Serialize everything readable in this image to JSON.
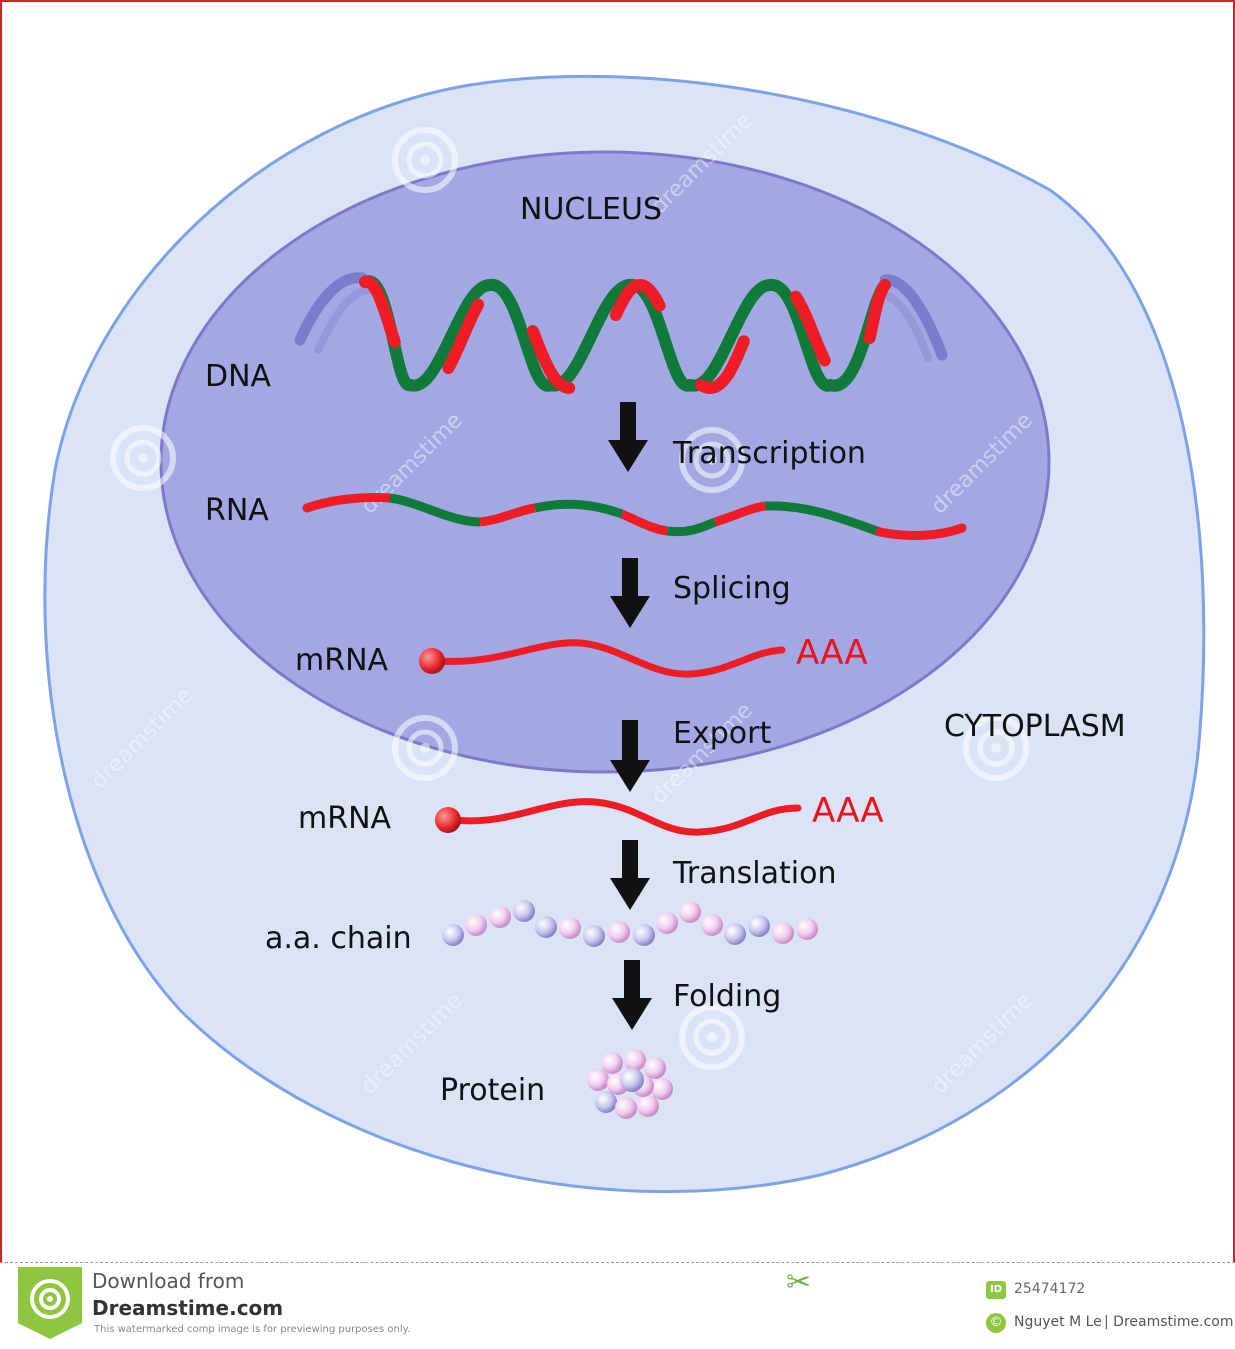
{
  "labels": {
    "nucleus": "NUCLEUS",
    "cytoplasm": "CYTOPLASM",
    "dna": "DNA",
    "rna": "RNA",
    "mrna_nucleus": "mRNA",
    "mrna_cytoplasm": "mRNA",
    "aa_chain": "a.a. chain",
    "protein": "Protein",
    "polya_1": "AAA",
    "polya_2": "AAA"
  },
  "steps": {
    "transcription": "Transcription",
    "splicing": "Splicing",
    "export": "Export",
    "translation": "Translation",
    "folding": "Folding"
  },
  "watermark": "dreamstime",
  "footer": {
    "download_from": "Download from",
    "site_name": "Dreamstime.com",
    "disclaimer": "This watermarked comp image is for previewing purposes only.",
    "id_badge": "ID",
    "image_id": "25474172",
    "copyright_symbol": "©",
    "author": "Nguyet M Le",
    "site": "| Dreamstime.com"
  },
  "colors": {
    "cell_fill": "#dbe3f6",
    "cell_stroke": "#7ea2e6",
    "nucleus_fill": "#a3a8e4",
    "nucleus_stroke": "#8078c8",
    "strand_red": "#ee1c24",
    "strand_green": "#0f7a3a",
    "brand_green": "#8ec63f"
  }
}
